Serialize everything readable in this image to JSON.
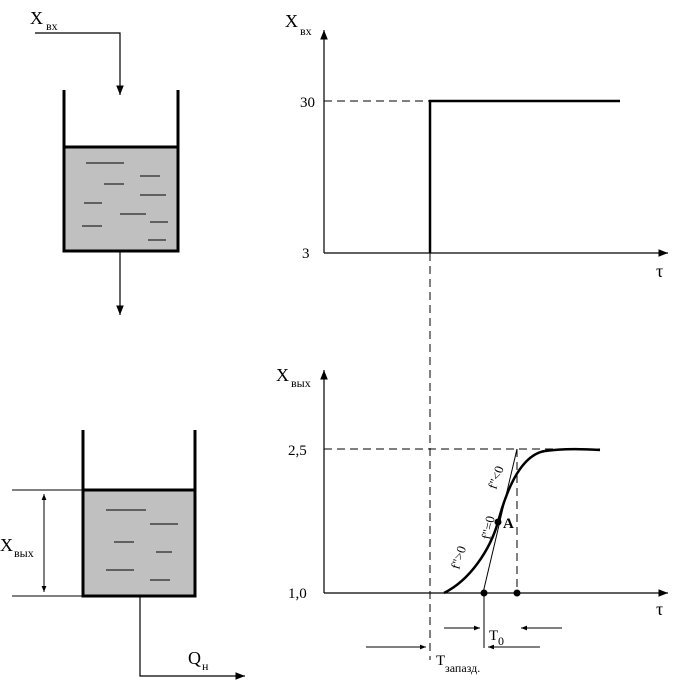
{
  "tank_top": {
    "input_label": "X",
    "input_sub": "вх"
  },
  "tank_bottom": {
    "level_label": "X",
    "level_sub": "вых",
    "outflow_label": "Q",
    "outflow_sub": "н"
  },
  "input_chart": {
    "y_label": "X",
    "y_sub": "вх",
    "x_label": "τ",
    "ticks": [
      "30",
      "3"
    ]
  },
  "output_chart": {
    "y_label": "X",
    "y_sub": "вых",
    "x_label": "τ",
    "ticks": [
      "2,5",
      "1,0"
    ],
    "point_label": "A",
    "curv_pos": "f\">0",
    "curv_zero": "f\"=0",
    "curv_neg": "f\"<0",
    "t0_label": "T",
    "t0_sub": "0",
    "delay_label": "T",
    "delay_sub": "запазд."
  },
  "colors": {
    "liquid": "#c0c0c0",
    "line": "#000000"
  }
}
